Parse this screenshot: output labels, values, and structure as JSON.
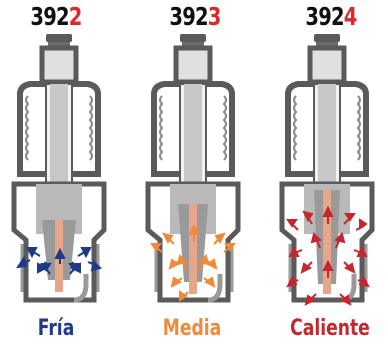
{
  "colors": {
    "title_accent": "#e0282c",
    "fria": "#1f3a86",
    "media": "#f08a3a",
    "caliente": "#c2282e",
    "body_gray": "#8a8a8a",
    "dark_gray": "#5a5a5a",
    "insulator": "#b9b9b9",
    "electrode": "#e6a689"
  },
  "plugs": [
    {
      "title_base": "392",
      "title_accent": "2",
      "label": "Fría",
      "heat_color": "#1f3a86",
      "arrow_icon": "short-arrows-icon"
    },
    {
      "title_base": "392",
      "title_accent": "3",
      "label": "Media",
      "heat_color": "#f08a3a",
      "arrow_icon": "medium-arrows-icon"
    },
    {
      "title_base": "392",
      "title_accent": "4",
      "label": "Caliente",
      "heat_color": "#c2282e",
      "arrow_icon": "long-arrows-icon"
    }
  ]
}
